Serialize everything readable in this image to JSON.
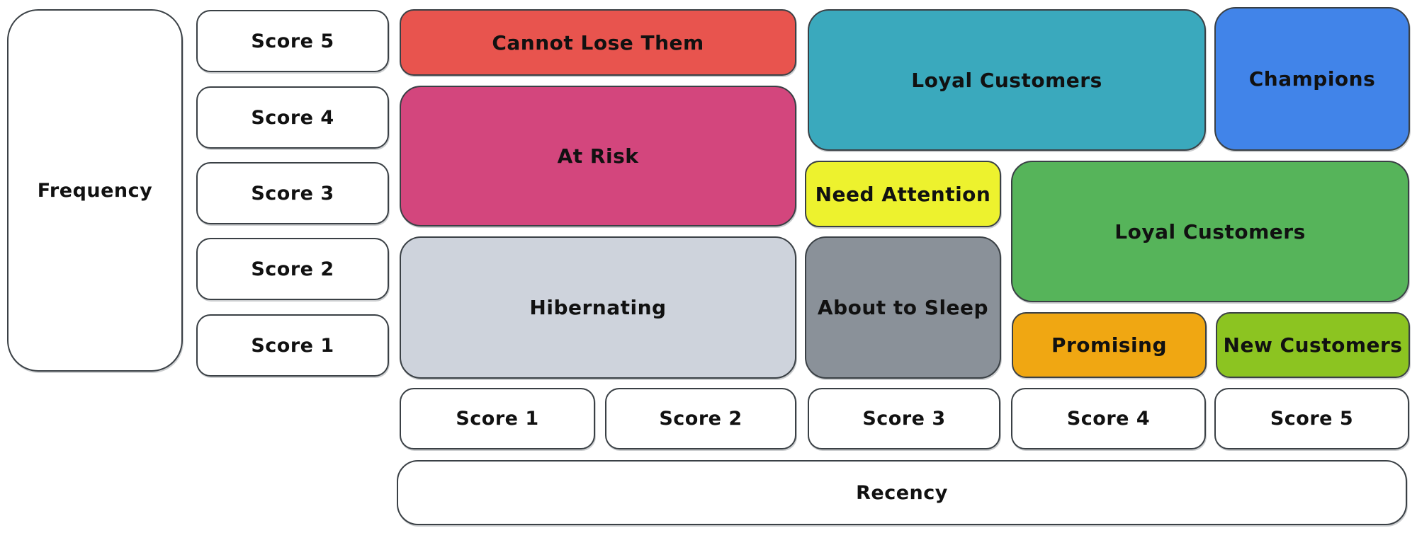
{
  "frequency_axis": {
    "label": "Frequency",
    "scores": [
      "Score 5",
      "Score 4",
      "Score 3",
      "Score 2",
      "Score 1"
    ]
  },
  "recency_axis": {
    "label": "Recency",
    "scores": [
      "Score 1",
      "Score 2",
      "Score 3",
      "Score 4",
      "Score 5"
    ]
  },
  "segments": {
    "cannot_lose_them": {
      "label": "Cannot Lose Them",
      "color": "#e8544e"
    },
    "at_risk": {
      "label": "At Risk",
      "color": "#d3467d"
    },
    "hibernating": {
      "label": "Hibernating",
      "color": "#ced3dc"
    },
    "loyal_customers_top": {
      "label": "Loyal Customers",
      "color": "#3aa9bd"
    },
    "champions": {
      "label": "Champions",
      "color": "#4184e9"
    },
    "need_attention": {
      "label": "Need Attention",
      "color": "#edf22e"
    },
    "about_to_sleep": {
      "label": "About to Sleep",
      "color": "#8a9199"
    },
    "loyal_customers_mid": {
      "label": "Loyal Customers",
      "color": "#56b45a"
    },
    "promising": {
      "label": "Promising",
      "color": "#f0a712"
    },
    "new_customers": {
      "label": "New Customers",
      "color": "#8cc421"
    }
  },
  "stroke_color": "#3a4045",
  "background_color": "#ffffff"
}
